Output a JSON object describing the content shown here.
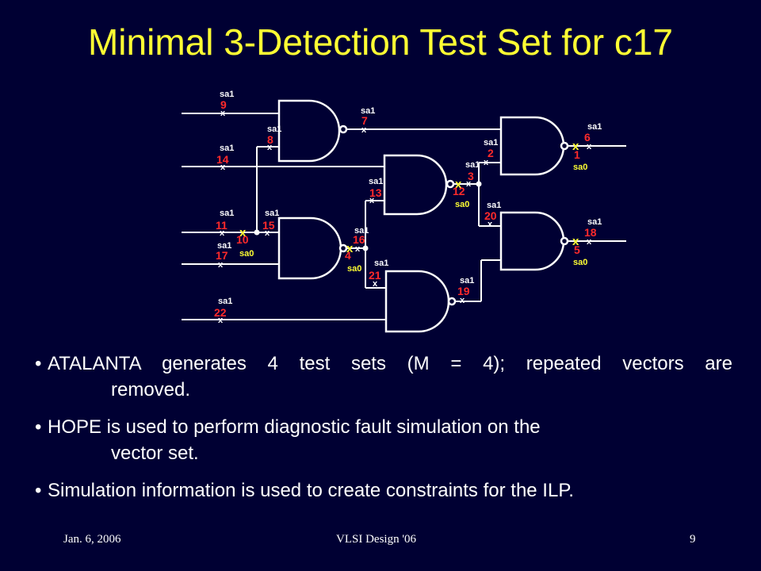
{
  "title": "Minimal 3-Detection Test Set for c17",
  "circuit": {
    "fault_labels": {
      "f9": "9",
      "f14": "14",
      "f8": "8",
      "f7": "7",
      "f11": "11",
      "f10": "10",
      "f15": "15",
      "f17": "17",
      "f22": "22",
      "f13": "13",
      "f16": "16",
      "f4": "4",
      "f21": "21",
      "f12": "12",
      "f2": "2",
      "f3": "3",
      "f20": "20",
      "f19": "19",
      "f6": "6",
      "f1": "1",
      "f18": "18",
      "f5": "5"
    },
    "sa1": "sa1",
    "sa0": "sa0",
    "x_mark": "x",
    "wire_color": "#ffffff",
    "fault_number_color": "#ff2a2a",
    "sa0_color": "#ffff33"
  },
  "bullets": [
    {
      "line1": "ATALANTA generates 4 test sets (M = 4); repeated vectors are",
      "line2": "removed."
    },
    {
      "line1": "HOPE is used to perform diagnostic fault simulation on the",
      "line2": "vector set."
    },
    {
      "line1": "Simulation information is used to create constraints for the ILP.",
      "line2": ""
    }
  ],
  "footer": {
    "date": "Jan. 6, 2006",
    "conference": "VLSI Design '06",
    "page": "9"
  }
}
